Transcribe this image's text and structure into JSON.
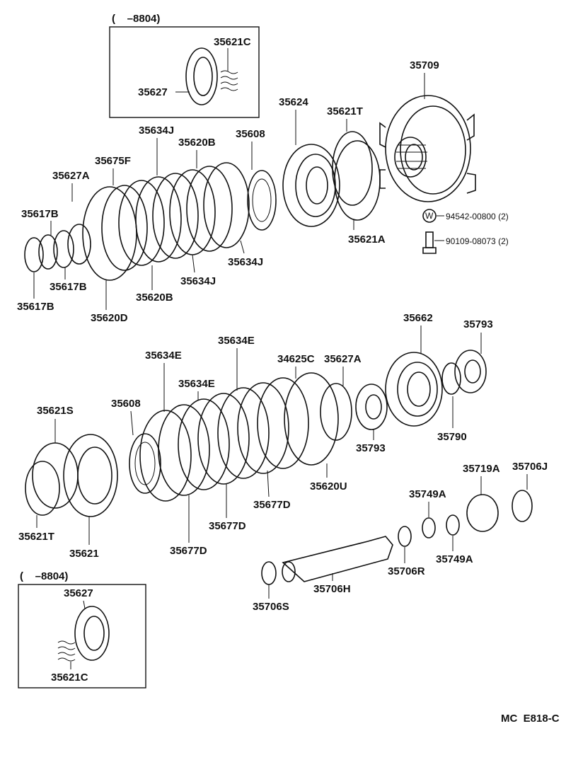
{
  "callouts": {
    "top_inset_range": "(    –8804)",
    "bottom_inset_range": "(    –8804)",
    "p35621C_top": "35621C",
    "p35627_top": "35627",
    "p35709": "35709",
    "p35624": "35624",
    "p35621T_top": "35621T",
    "p35608_top": "35608",
    "p35634J_top": "35634J",
    "p35620B_top": "35620B",
    "p35675F": "35675F",
    "p35627A_left": "35627A",
    "p35617B_1": "35617B",
    "p35617B_2": "35617B",
    "p35617B_3": "35617B",
    "p35620D": "35620D",
    "p35620B_bottom": "35620B",
    "p35634J_mid": "35634J",
    "p35634J_right": "35634J",
    "p35621A": "35621A",
    "p94542": "94542-00800 (2)",
    "p90109": "90109-08073 (2)",
    "washer_symbol": "W",
    "p35662": "35662",
    "p35793_top": "35793",
    "p35793_bottom": "35793",
    "p35790": "35790",
    "p35634E_1": "35634E",
    "p35634E_2": "35634E",
    "p35634E_3": "35634E",
    "p34625C": "34625C",
    "p35627A_right": "35627A",
    "p35608_bottom": "35608",
    "p35621S": "35621S",
    "p35621T_bottom": "35621T",
    "p35621": "35621",
    "p35677D_1": "35677D",
    "p35677D_2": "35677D",
    "p35677D_3": "35677D",
    "p35620U": "35620U",
    "p35719A": "35719A",
    "p35706J": "35706J",
    "p35749A_1": "35749A",
    "p35749A_2": "35749A",
    "p35706R": "35706R",
    "p35706H": "35706H",
    "p35706S": "35706S",
    "p35627_bottom": "35627",
    "p35621C_bottom": "35621C",
    "figure_code": "MC  E818-C"
  }
}
